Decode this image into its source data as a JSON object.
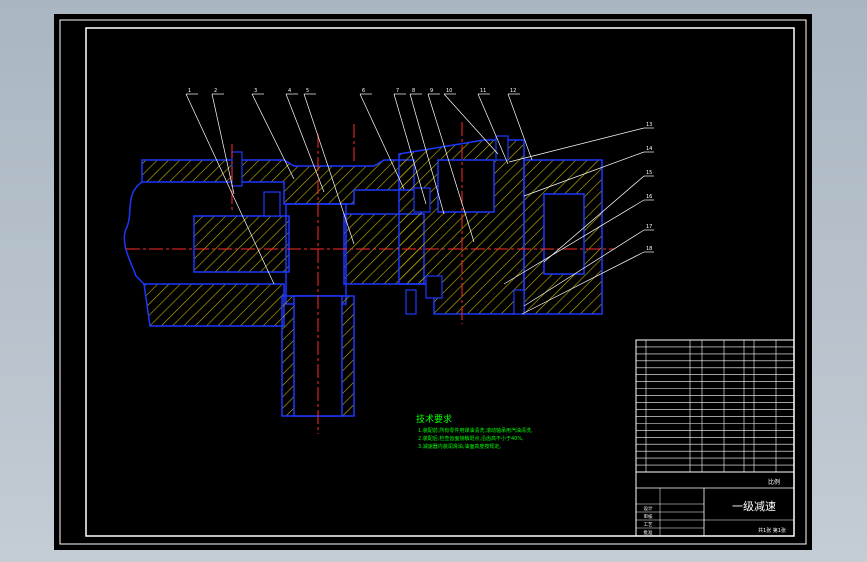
{
  "drawing": {
    "part_numbers": [
      "1",
      "2",
      "3",
      "4",
      "5",
      "6",
      "7",
      "8",
      "9",
      "10",
      "11",
      "12",
      "13",
      "14",
      "15",
      "16",
      "17",
      "18"
    ],
    "notes": {
      "heading": "技术要求",
      "lines": [
        "1.装配前,所有零件用煤油清洗,滚动轴承用汽油清洗,",
        "2.装配后,检查齿面接触斑点,沿齿高不小于40%,",
        "3.减速器内装润滑油,油面高度按规定。"
      ]
    },
    "title_block": {
      "title": "一级减速",
      "unit_label": "比例",
      "sheet_label": "共1张 第1张",
      "rows": [
        "设计",
        "审核",
        "工艺",
        "批准"
      ]
    },
    "colors": {
      "background": "#000000",
      "outline": "#ffffff",
      "part_lines": "#1c37ff",
      "hatch": "#c8b400",
      "centerline": "#ff2a2a",
      "leader": "#ffffff",
      "notes": "#00ff00"
    }
  }
}
